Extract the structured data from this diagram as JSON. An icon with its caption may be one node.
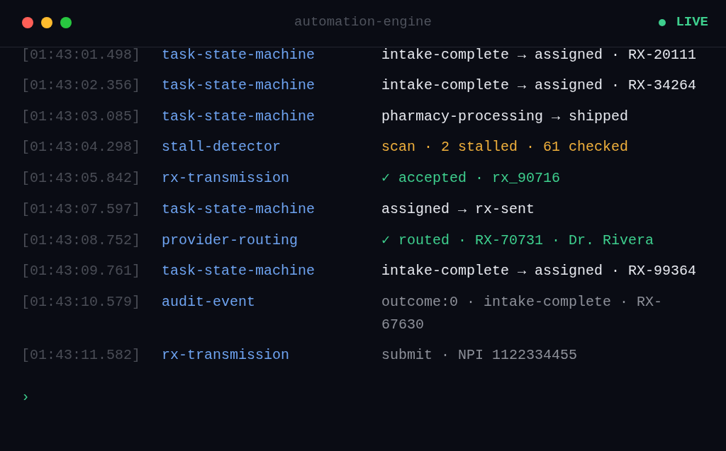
{
  "diagram": {
    "title": "automation-engine",
    "labels": [
      "LIVE",
      "[01:43:01.498]",
      "task-state-machine",
      "intake-complete → assigned · RX-20111",
      "[01:43:02.356]",
      "task-state-machine",
      "intake-complete → assigned · RX-34264",
      "[01:43:03.085]",
      "task-state-machine",
      "pharmacy-processing → shipped",
      "[01:43:04.298]",
      "stall-detector",
      "scan · 2 stalled · 61 checked",
      "[01:43:05.842]",
      "rx-transmission",
      "✓ accepted · rx_90716",
      "[01:43:07.597]",
      "task-state-machine",
      "assigned → rx-sent",
      "[01:43:08.752]",
      "provider-routing",
      "✓ routed · RX-70731 · Dr. Rivera",
      "[01:43:09.761]",
      "task-state-machine",
      "intake-complete → assigned · RX-99364",
      "[01:43:10.579]",
      "audit-event",
      "outcome:0 · intake-complete · RX-67630",
      "[01:43:11.582]",
      "rx-transmission",
      "submit · NPI 1122334455",
      "›"
    ]
  }
}
